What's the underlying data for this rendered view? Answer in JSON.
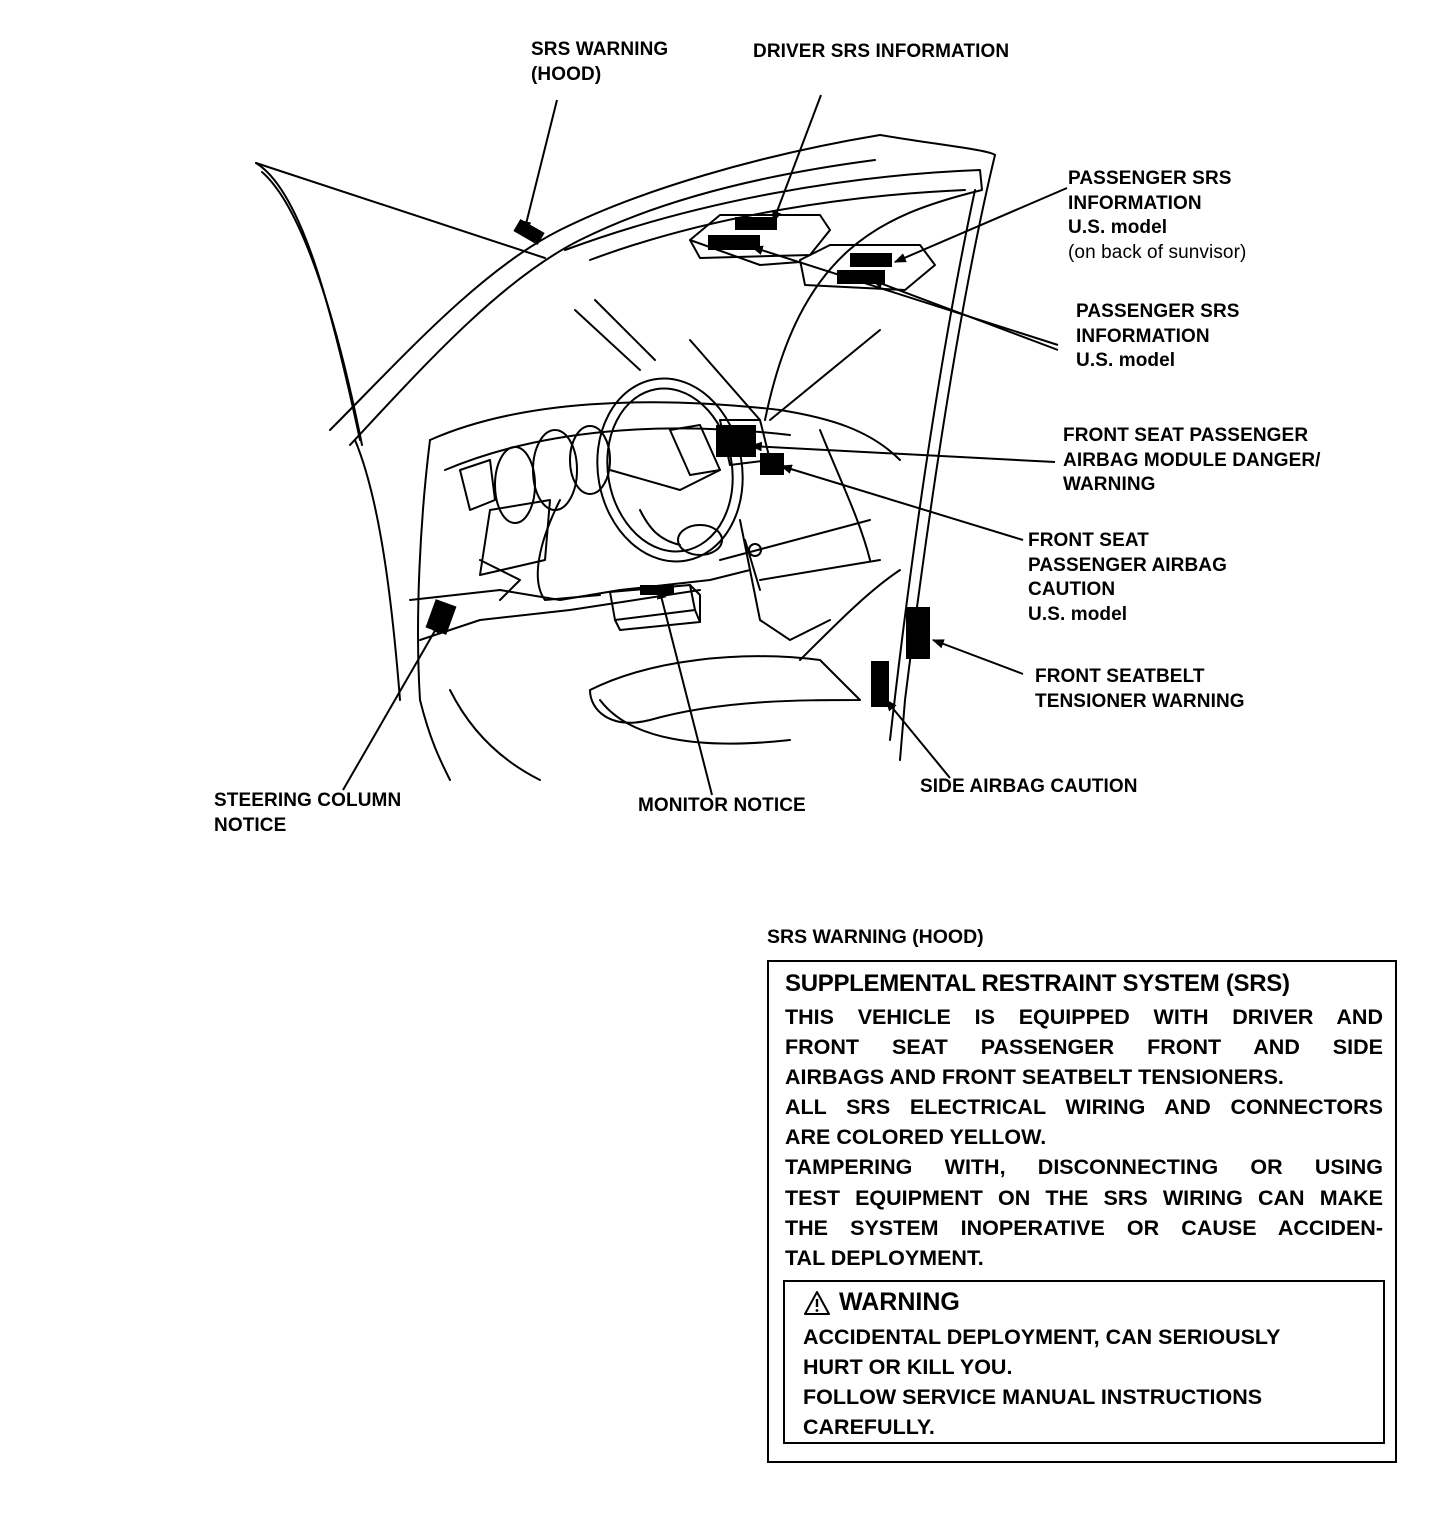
{
  "callouts": {
    "srs_warning_hood": [
      "SRS WARNING",
      "(HOOD)"
    ],
    "driver_srs_information": [
      "DRIVER SRS INFORMATION"
    ],
    "passenger_srs_info_sunvisor": [
      "PASSENGER SRS",
      "INFORMATION",
      "U.S. model",
      "(on back of sunvisor)"
    ],
    "passenger_srs_info": [
      "PASSENGER SRS",
      "INFORMATION",
      "U.S. model"
    ],
    "front_seat_passenger_airbag_module": [
      "FRONT SEAT PASSENGER",
      "AIRBAG MODULE DANGER/",
      "WARNING"
    ],
    "front_seat_passenger_airbag_caution": [
      "FRONT SEAT",
      "PASSENGER AIRBAG",
      "CAUTION",
      "U.S. model"
    ],
    "front_seatbelt_tensioner_warning": [
      "FRONT SEATBELT",
      "TENSIONER WARNING"
    ],
    "side_airbag_caution": [
      "SIDE AIRBAG CAUTION"
    ],
    "steering_column_notice": [
      "STEERING COLUMN",
      "NOTICE"
    ],
    "monitor_notice": [
      "MONITOR NOTICE"
    ]
  },
  "hood_label": {
    "heading": "SRS WARNING (HOOD)",
    "title": "SUPPLEMENTAL RESTRAINT SYSTEM (SRS)",
    "body_lines": [
      "THIS VEHICLE IS EQUIPPED WITH DRIVER AND",
      "FRONT SEAT PASSENGER FRONT AND SIDE",
      "AIRBAGS AND FRONT SEATBELT TENSIONERS.",
      "ALL SRS ELECTRICAL WIRING AND CONNECTORS",
      "ARE COLORED YELLOW.",
      "TAMPERING WITH, DISCONNECTING OR USING",
      "TEST EQUIPMENT ON THE SRS WIRING CAN MAKE",
      "THE SYSTEM INOPERATIVE OR CAUSE ACCIDEN-",
      "TAL DEPLOYMENT."
    ],
    "warning": {
      "icon": "warning-triangle-icon",
      "title": "WARNING",
      "lines": [
        "ACCIDENTAL DEPLOYMENT, CAN SERIOUSLY",
        "HURT OR KILL YOU.",
        "FOLLOW SERVICE MANUAL INSTRUCTIONS",
        "CAREFULLY."
      ]
    }
  }
}
